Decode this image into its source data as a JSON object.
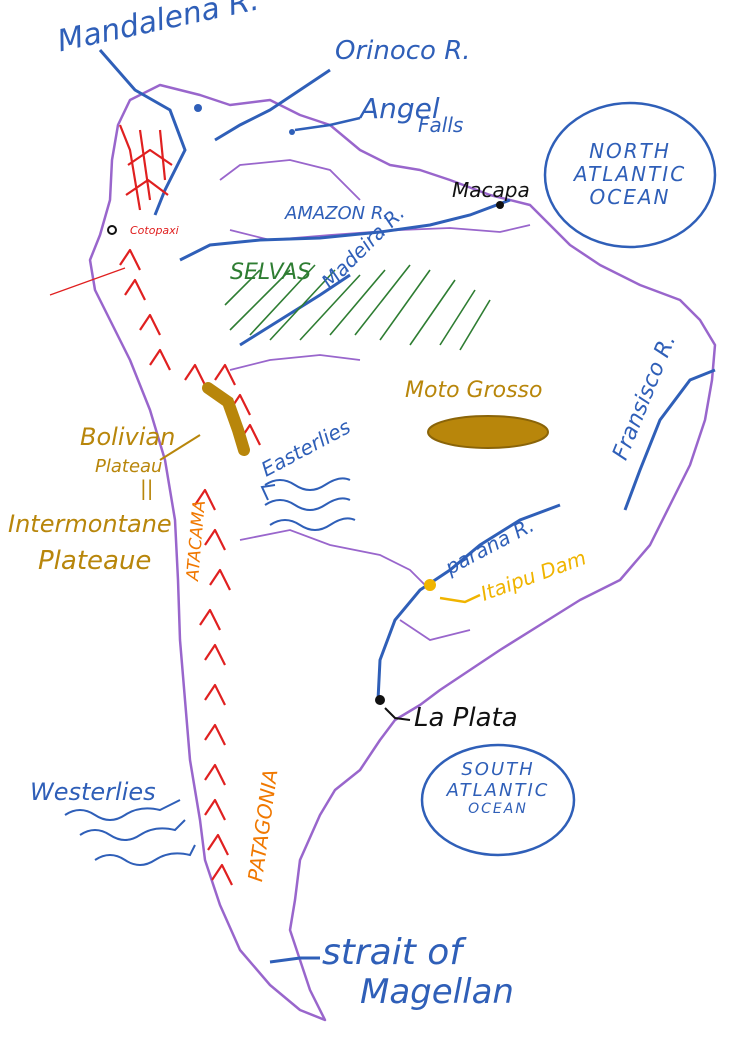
{
  "colors": {
    "outline": "#9966cc",
    "river": "#2f5fb8",
    "mountain": "#e02020",
    "selvas": "#2e7d32",
    "plateau": "#b8860b",
    "desert": "#f07800",
    "dam": "#f0b400",
    "point": "#111111"
  },
  "labels": {
    "magdalena": "Mandalena R.",
    "orinoco": "Orinoco R.",
    "angel_falls_1": "Angel",
    "angel_falls_2": "Falls",
    "amazon": "AMAZON R.",
    "macapa": "Macapa",
    "selvas": "SELVAS",
    "madeira": "Madeira R.",
    "cotopaxi": "Cotopaxi",
    "moto_grosso": "Moto Grosso",
    "francisco": "Fransisco R.",
    "bolivian_1": "Bolivian",
    "bolivian_2": "Plateau",
    "bolivian_3": "||",
    "intermontane_1": "Intermontane",
    "intermontane_2": "Plateaue",
    "easterlies": "Easterlies",
    "atacama": "ATACAMA",
    "parana": "parana R.",
    "itaipu": "Itaipu Dam",
    "la_plata": "La Plata",
    "patagonia": "PATAGONIA",
    "westerlies": "Westerlies",
    "strait_1": "strait of",
    "strait_2": "Magellan"
  },
  "oceans": {
    "north_atlantic": [
      "NORTH",
      "ATLANTIC",
      "OCEAN"
    ],
    "south_atlantic": [
      "SOUTH",
      "ATLANTIC",
      "OCEAN"
    ]
  }
}
